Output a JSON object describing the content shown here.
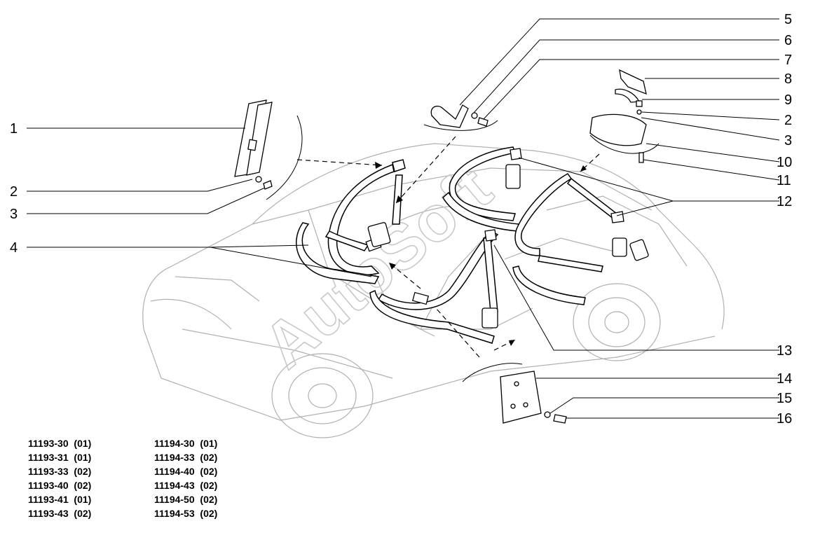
{
  "watermark": "AutoSoft",
  "callouts": [
    "1",
    "2",
    "3",
    "4",
    "5",
    "6",
    "7",
    "8",
    "9",
    "2",
    "3",
    "10",
    "11",
    "12",
    "13",
    "14",
    "15",
    "16"
  ],
  "codes": {
    "left": [
      {
        "code": "11193-30",
        "variant": "(01)"
      },
      {
        "code": "11193-31",
        "variant": "(01)"
      },
      {
        "code": "11193-33",
        "variant": "(02)"
      },
      {
        "code": "11193-40",
        "variant": "(02)"
      },
      {
        "code": "11193-41",
        "variant": "(01)"
      },
      {
        "code": "11193-43",
        "variant": "(02)"
      }
    ],
    "right": [
      {
        "code": "11194-30",
        "variant": "(01)"
      },
      {
        "code": "11194-33",
        "variant": "(02)"
      },
      {
        "code": "11194-40",
        "variant": "(02)"
      },
      {
        "code": "11194-43",
        "variant": "(02)"
      },
      {
        "code": "11194-50",
        "variant": "(02)"
      },
      {
        "code": "11194-53",
        "variant": "(02)"
      }
    ]
  }
}
